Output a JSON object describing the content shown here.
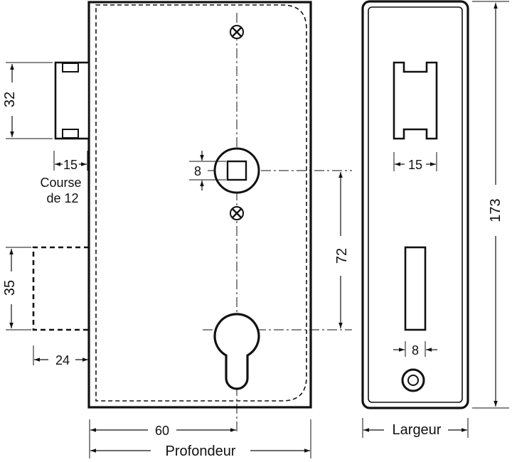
{
  "dimensions": {
    "latch_height": "32",
    "latch_width": "15",
    "latch_travel": "Course\nde 12",
    "follower_square": "8",
    "hub_to_cylinder": "72",
    "deadbolt_height": "35",
    "deadbolt_projection": "24",
    "backset": "60",
    "depth": "Profondeur",
    "faceplate_slot_width": "15",
    "faceplate_bolt_slot_width": "8",
    "total_height": "173",
    "width": "Largeur"
  },
  "colors": {
    "line": "#111111",
    "background": "#ffffff"
  },
  "icons": [
    "screw-icon",
    "arrowhead"
  ]
}
